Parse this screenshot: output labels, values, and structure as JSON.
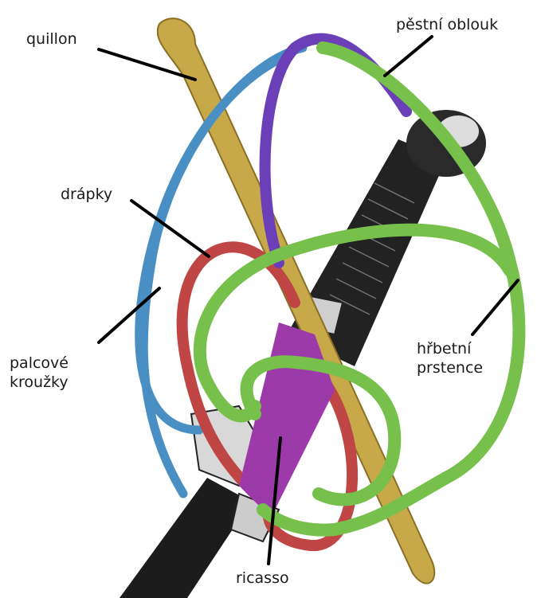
{
  "labels": {
    "quillon": "quillon",
    "pestni_oblouk": "pěstní oblouk",
    "drapky": "drápky",
    "palcove": [
      "palcové",
      "kroužky"
    ],
    "hrbetni": [
      "hřbetní",
      "prstence"
    ],
    "ricasso": "ricasso"
  },
  "colors": {
    "quillon": "#c8a94a",
    "knuckle_bow": "#6a3fb8",
    "thumb_rings": "#4a8fc4",
    "claws": "#c04545",
    "back_rings": "#77c04b",
    "ricasso": "#9b3aa8",
    "blade": "#1a1a1a",
    "leader": "#000000"
  }
}
